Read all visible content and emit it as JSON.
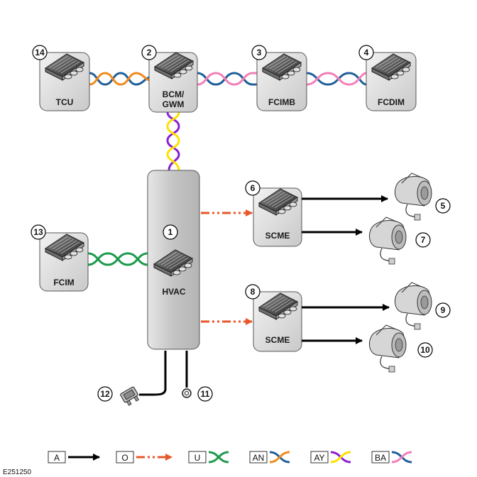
{
  "modules": {
    "tcu": {
      "label": "TCU",
      "number": "14"
    },
    "bcm": {
      "label1": "BCM/",
      "label2": "GWM",
      "number": "2"
    },
    "fcimb": {
      "label": "FCIMB",
      "number": "3"
    },
    "fcdim": {
      "label": "FCDIM",
      "number": "4"
    },
    "hvac": {
      "label": "HVAC",
      "number": "1"
    },
    "fcim": {
      "label": "FCIM",
      "number": "13"
    },
    "scme_upper": {
      "label": "SCME",
      "number": "6"
    },
    "scme_lower": {
      "label": "SCME",
      "number": "8"
    }
  },
  "components": {
    "blower_5": "5",
    "blower_7": "7",
    "blower_9": "9",
    "blower_10": "10",
    "fuse_12": "12",
    "ground_11": "11"
  },
  "legend": {
    "a": {
      "key": "A",
      "color": "#000000"
    },
    "o": {
      "key": "O",
      "color": "#e8562a"
    },
    "u": {
      "key": "U",
      "color": "#1c9a4c"
    },
    "an": {
      "key": "AN",
      "color1": "#1f5f99",
      "color2": "#f08a1c"
    },
    "ay": {
      "key": "AY",
      "color1": "#8a1fd0",
      "color2": "#ffe000"
    },
    "ba": {
      "key": "BA",
      "color1": "#1f5f99",
      "color2": "#f27fb8"
    }
  },
  "reference": "E251250"
}
